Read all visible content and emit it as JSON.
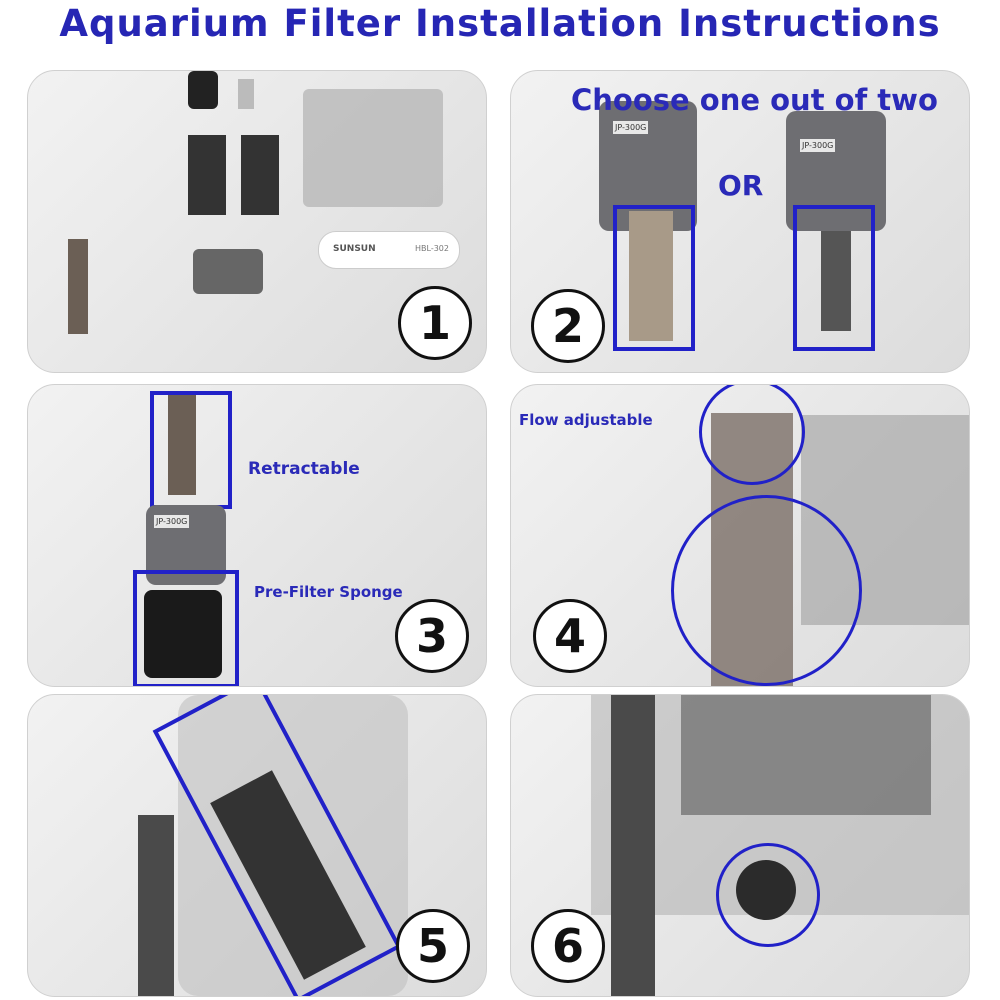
{
  "title": "Aquarium Filter Installation Instructions",
  "accent_color": "#2626b4",
  "steps": [
    {
      "number": "1",
      "product_brand": "SUNSUN",
      "product_model": "HBL-302"
    },
    {
      "number": "2",
      "heading": "Choose one out of two",
      "separator": "OR",
      "pump_model": "JP-300G"
    },
    {
      "number": "3",
      "label_top": "Retractable",
      "label_bottom": "Pre-Filter Sponge",
      "pump_model": "JP-300G"
    },
    {
      "number": "4",
      "label": "Flow adjustable"
    },
    {
      "number": "5"
    },
    {
      "number": "6"
    }
  ]
}
